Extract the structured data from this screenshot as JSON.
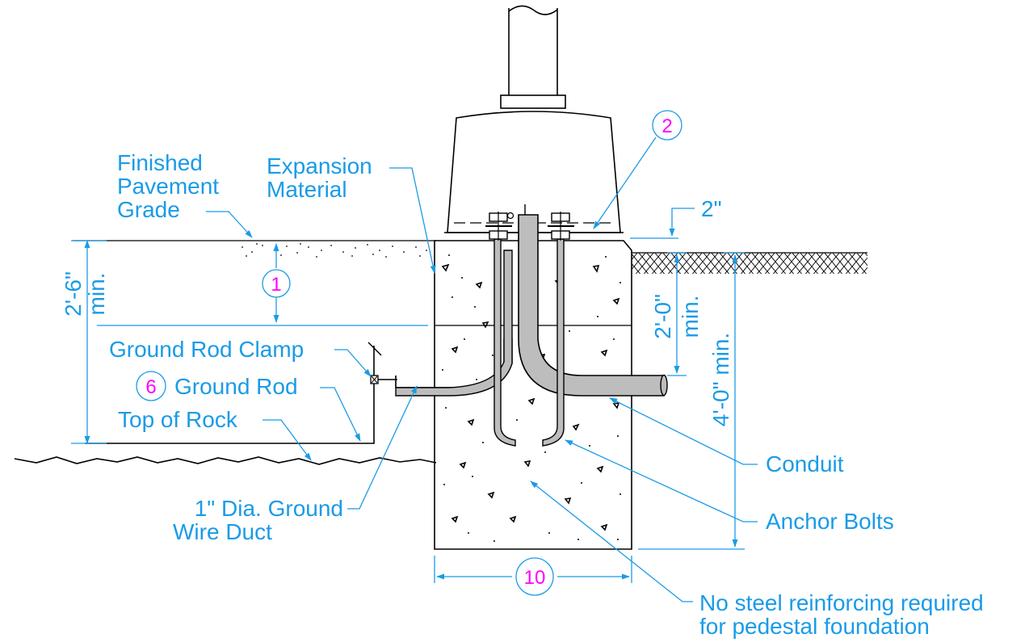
{
  "labels": {
    "finished_pavement_grade": [
      "Finished",
      "Pavement",
      "Grade"
    ],
    "expansion_material": [
      "Expansion",
      "Material"
    ],
    "ground_rod_clamp": "Ground Rod Clamp",
    "ground_rod": "Ground Rod",
    "top_of_rock": "Top of Rock",
    "ground_wire_duct": [
      "1\" Dia. Ground",
      "Wire Duct"
    ],
    "conduit": "Conduit",
    "anchor_bolts": "Anchor Bolts",
    "no_steel_note": [
      "No steel reinforcing required",
      "for pedestal foundation"
    ]
  },
  "callouts": {
    "c1": "1",
    "c2": "2",
    "c6": "6",
    "c10": "10"
  },
  "dimensions": {
    "d_2_6": "2'-6\"",
    "d_2_6_min": "min.",
    "d_2in": "2\"",
    "d_2_0": "2'-0\"",
    "d_2_0_min": "min.",
    "d_4_0": "4'-0\" min."
  },
  "colors": {
    "annotation": "#1a9be6",
    "callout": "#ff00ff",
    "linework": "#000000"
  }
}
